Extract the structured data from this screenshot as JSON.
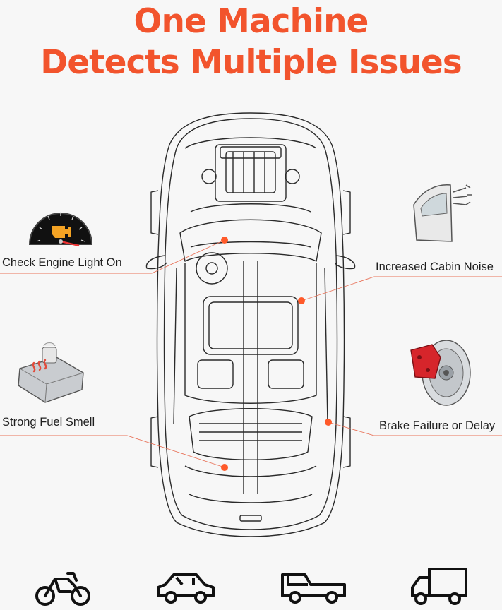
{
  "title": {
    "line1": "One Machine",
    "line2": "Detects Multiple Issues"
  },
  "issues": [
    {
      "label": "Check Engine Light On",
      "icon": "dashboard-gauge-icon"
    },
    {
      "label": "Increased Cabin Noise",
      "icon": "car-door-seal-icon"
    },
    {
      "label": "Strong Fuel Smell",
      "icon": "fuel-tank-icon"
    },
    {
      "label": "Brake Failure or Delay",
      "icon": "brake-caliper-icon"
    }
  ],
  "vehicle_types": [
    "motorcycle-icon",
    "sedan-icon",
    "pickup-truck-icon",
    "box-truck-icon"
  ],
  "colors": {
    "accent": "#f2542d",
    "marker": "#ff5a2a",
    "line": "#2a2a2a",
    "brake_caliper": "#d6252b"
  }
}
